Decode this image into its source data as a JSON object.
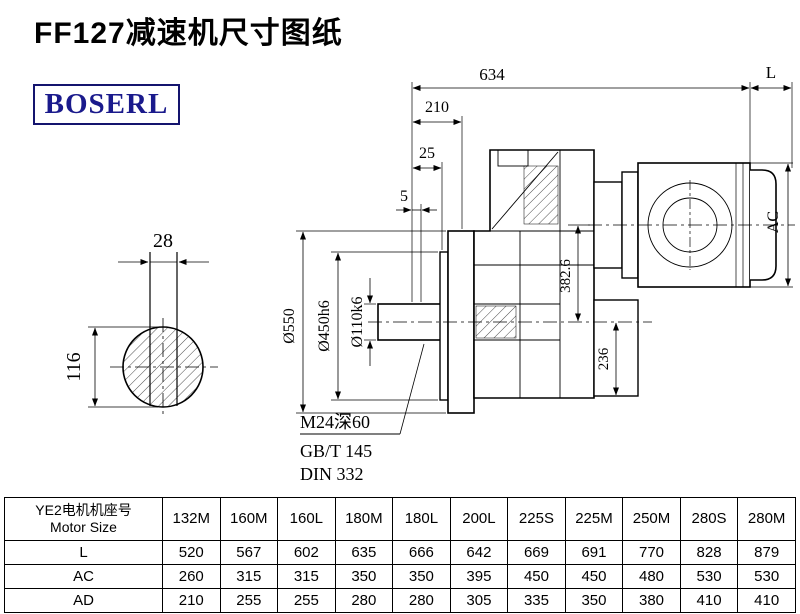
{
  "title": "FF127减速机尺寸图纸",
  "logo": "BOSERL",
  "colors": {
    "logo_text": "#1a1a8c",
    "line": "#000000",
    "background": "#ffffff"
  },
  "drawing": {
    "dim_28": "28",
    "dim_116": "116",
    "dim_634": "634",
    "dim_L": "L",
    "dim_210": "210",
    "dim_25": "25",
    "dim_5": "5",
    "dia_550": "Ø550",
    "dia_450": "Ø450h6",
    "dia_110": "Ø110k6",
    "dim_382_6": "382.6",
    "dim_236": "236",
    "dim_AC": "AC",
    "note_tap": "M24深60",
    "note_gb": "GB/T 145",
    "note_din": "DIN 332"
  },
  "table": {
    "header_line1": "YE2电机机座号",
    "header_line2": "Motor Size",
    "columns": [
      "132M",
      "160M",
      "160L",
      "180M",
      "180L",
      "200L",
      "225S",
      "225M",
      "250M",
      "280S",
      "280M"
    ],
    "rows": [
      {
        "label": "L",
        "values": [
          520,
          567,
          602,
          635,
          666,
          642,
          669,
          691,
          770,
          828,
          879
        ]
      },
      {
        "label": "AC",
        "values": [
          260,
          315,
          315,
          350,
          350,
          395,
          450,
          450,
          480,
          530,
          530
        ]
      },
      {
        "label": "AD",
        "values": [
          210,
          255,
          255,
          280,
          280,
          305,
          335,
          350,
          380,
          410,
          410
        ]
      }
    ]
  }
}
